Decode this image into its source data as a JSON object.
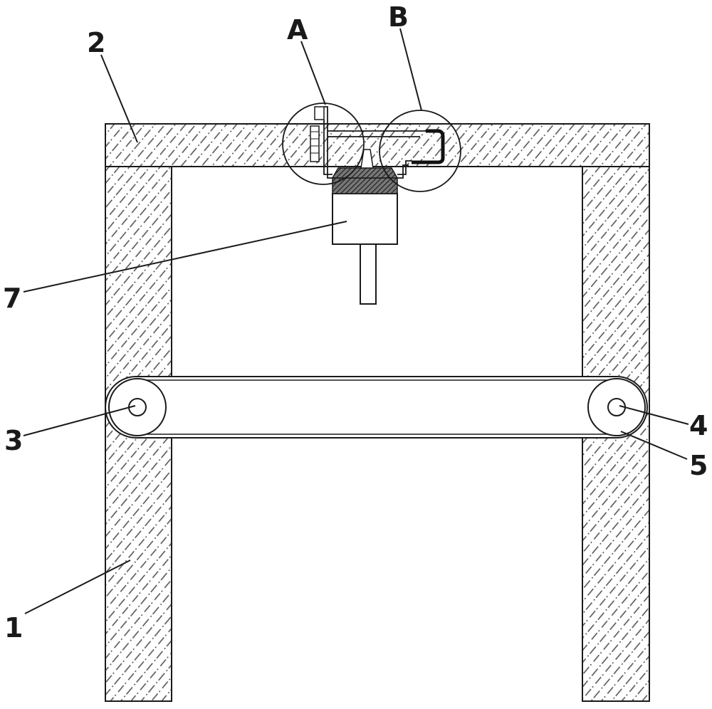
{
  "labels": {
    "label_1": "1",
    "label_2": "2",
    "label_3": "3",
    "label_4": "4",
    "label_5": "5",
    "label_7": "7",
    "label_a": "A",
    "label_b": "B"
  },
  "colors": {
    "stroke": "#1a1a1a",
    "hatch": "#555555",
    "dark_hatch": "#333333",
    "background": "#ffffff"
  }
}
